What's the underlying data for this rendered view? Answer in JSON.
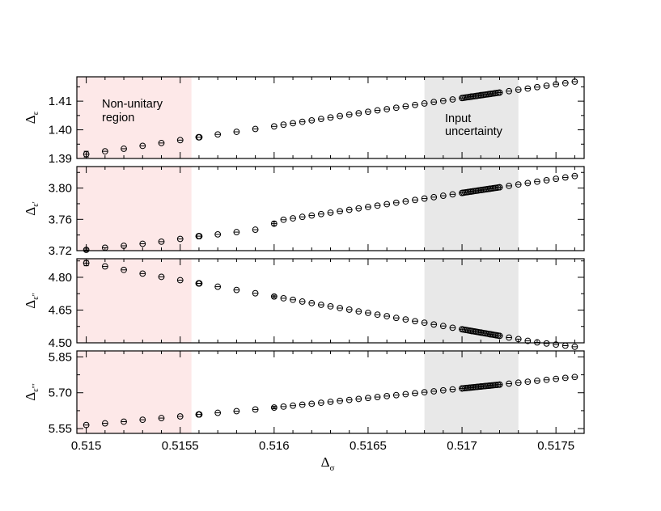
{
  "chart_data": {
    "type": "scatter",
    "xlabel": {
      "symbol": "Δ",
      "subscript": "σ"
    },
    "xlim": [
      0.51495,
      0.51765
    ],
    "xticks": [
      0.515,
      0.5155,
      0.516,
      0.5165,
      0.517,
      0.5175
    ],
    "xtick_labels": [
      "0.515",
      "0.5155",
      "0.516",
      "0.5165",
      "0.517",
      "0.5175"
    ],
    "regions": [
      {
        "label_lines": [
          "Non-unitary",
          "region"
        ],
        "x_range": [
          0.51495,
          0.51556
        ],
        "color": "#fde8e8"
      },
      {
        "label_lines": [
          "Input",
          "uncertainty"
        ],
        "x_range": [
          0.5168,
          0.5173
        ],
        "color": "#e8e8e8"
      }
    ],
    "panels": [
      {
        "ylabel": {
          "symbol": "Δ",
          "subscript": "ε"
        },
        "ylim": [
          1.39,
          1.4185
        ],
        "yticks": [
          1.39,
          1.4,
          1.41
        ],
        "ytick_labels": [
          "1.39",
          "1.40",
          "1.41"
        ],
        "annotations": [
          "region-0",
          "region-1"
        ],
        "points": [
          [
            0.515,
            1.3915,
            0.001
          ],
          [
            0.5151,
            1.3925,
            0
          ],
          [
            0.5152,
            1.3934,
            0
          ],
          [
            0.5153,
            1.3944,
            0
          ],
          [
            0.5154,
            1.3954,
            0
          ],
          [
            0.5155,
            1.3964,
            0
          ],
          [
            0.5156,
            1.3974,
            0
          ],
          [
            0.5157,
            1.3984,
            0
          ],
          [
            0.5158,
            1.3993,
            0
          ],
          [
            0.5159,
            1.4003,
            0
          ],
          [
            0.516,
            1.4012,
            0
          ],
          [
            0.51605,
            1.4018,
            0
          ],
          [
            0.5161,
            1.4023,
            0
          ],
          [
            0.51615,
            1.4028,
            0
          ],
          [
            0.5162,
            1.4033,
            0
          ],
          [
            0.51625,
            1.4038,
            0
          ],
          [
            0.5163,
            1.4043,
            0
          ],
          [
            0.51635,
            1.4048,
            0
          ],
          [
            0.5164,
            1.4053,
            0
          ],
          [
            0.51645,
            1.4058,
            0
          ],
          [
            0.5165,
            1.4063,
            0
          ],
          [
            0.51655,
            1.4068,
            0
          ],
          [
            0.5166,
            1.4072,
            0
          ],
          [
            0.51665,
            1.4077,
            0
          ],
          [
            0.5167,
            1.4082,
            0
          ],
          [
            0.51675,
            1.4087,
            0
          ],
          [
            0.5168,
            1.4092,
            0
          ],
          [
            0.51685,
            1.4097,
            0
          ],
          [
            0.5169,
            1.4101,
            0
          ],
          [
            0.51695,
            1.4106,
            0
          ],
          [
            0.517,
            1.4111,
            0
          ],
          [
            0.51705,
            1.4116,
            0
          ],
          [
            0.5171,
            1.4121,
            0
          ],
          [
            0.51715,
            1.4125,
            0
          ],
          [
            0.5172,
            1.413,
            0
          ],
          [
            0.51725,
            1.4135,
            0
          ],
          [
            0.5173,
            1.414,
            0
          ],
          [
            0.51735,
            1.4144,
            0
          ],
          [
            0.5174,
            1.4149,
            0
          ],
          [
            0.51745,
            1.4154,
            0
          ],
          [
            0.5175,
            1.4159,
            0
          ],
          [
            0.51755,
            1.4163,
            0
          ],
          [
            0.5176,
            1.4168,
            0
          ]
        ]
      },
      {
        "ylabel": {
          "symbol": "Δ",
          "subscript": "ε'"
        },
        "ylim": [
          3.72,
          3.8275
        ],
        "yticks": [
          3.72,
          3.76,
          3.8
        ],
        "ytick_labels": [
          "3.72",
          "3.76",
          "3.80"
        ],
        "annotations": [],
        "points": [
          [
            0.515,
            3.721,
            0.002
          ],
          [
            0.5151,
            3.7237,
            0
          ],
          [
            0.5152,
            3.7262,
            0
          ],
          [
            0.5153,
            3.7288,
            0
          ],
          [
            0.5154,
            3.7315,
            0
          ],
          [
            0.5155,
            3.735,
            0
          ],
          [
            0.5156,
            3.7385,
            0
          ],
          [
            0.5157,
            3.7408,
            0
          ],
          [
            0.5158,
            3.7437,
            0
          ],
          [
            0.5159,
            3.7468,
            0
          ],
          [
            0.516,
            3.7545,
            0.0025
          ],
          [
            0.51605,
            3.7595,
            0
          ],
          [
            0.5161,
            3.7613,
            0
          ],
          [
            0.51615,
            3.7632,
            0
          ],
          [
            0.5162,
            3.765,
            0
          ],
          [
            0.51625,
            3.7668,
            0
          ],
          [
            0.5163,
            3.7686,
            0
          ],
          [
            0.51635,
            3.7704,
            0
          ],
          [
            0.5164,
            3.7722,
            0
          ],
          [
            0.51645,
            3.774,
            0
          ],
          [
            0.5165,
            3.7758,
            0
          ],
          [
            0.51655,
            3.7776,
            0
          ],
          [
            0.5166,
            3.7794,
            0
          ],
          [
            0.51665,
            3.7812,
            0
          ],
          [
            0.5167,
            3.783,
            0
          ],
          [
            0.51675,
            3.7848,
            0
          ],
          [
            0.5168,
            3.7866,
            0
          ],
          [
            0.51685,
            3.7884,
            0
          ],
          [
            0.5169,
            3.7902,
            0
          ],
          [
            0.51695,
            3.792,
            0
          ],
          [
            0.517,
            3.7938,
            0
          ],
          [
            0.51705,
            3.7956,
            0
          ],
          [
            0.5171,
            3.7974,
            0
          ],
          [
            0.51715,
            3.7992,
            0
          ],
          [
            0.5172,
            3.801,
            0
          ],
          [
            0.51725,
            3.8028,
            0
          ],
          [
            0.5173,
            3.8046,
            0
          ],
          [
            0.51735,
            3.8064,
            0
          ],
          [
            0.5174,
            3.8082,
            0
          ],
          [
            0.51745,
            3.81,
            0
          ],
          [
            0.5175,
            3.8118,
            0
          ],
          [
            0.51755,
            3.8136,
            0
          ],
          [
            0.5176,
            3.8154,
            0
          ]
        ]
      },
      {
        "ylabel": {
          "symbol": "Δ",
          "subscript": "ε''"
        },
        "ylim": [
          4.5,
          4.885
        ],
        "yticks": [
          4.5,
          4.65,
          4.8
        ],
        "ytick_labels": [
          "4.50",
          "4.65",
          "4.80"
        ],
        "annotations": [],
        "points": [
          [
            0.515,
            4.865,
            0.012
          ],
          [
            0.5151,
            4.85,
            0
          ],
          [
            0.5152,
            4.834,
            0
          ],
          [
            0.5153,
            4.817,
            0
          ],
          [
            0.5154,
            4.802,
            0
          ],
          [
            0.5155,
            4.787,
            0
          ],
          [
            0.5156,
            4.772,
            0
          ],
          [
            0.5157,
            4.757,
            0
          ],
          [
            0.5158,
            4.742,
            0
          ],
          [
            0.5159,
            4.727,
            0
          ],
          [
            0.516,
            4.712,
            0.006
          ],
          [
            0.51605,
            4.704,
            0
          ],
          [
            0.5161,
            4.697,
            0
          ],
          [
            0.51615,
            4.689,
            0
          ],
          [
            0.5162,
            4.682,
            0
          ],
          [
            0.51625,
            4.674,
            0
          ],
          [
            0.5163,
            4.667,
            0
          ],
          [
            0.51635,
            4.659,
            0
          ],
          [
            0.5164,
            4.652,
            0
          ],
          [
            0.51645,
            4.644,
            0
          ],
          [
            0.5165,
            4.637,
            0
          ],
          [
            0.51655,
            4.629,
            0
          ],
          [
            0.5166,
            4.622,
            0
          ],
          [
            0.51665,
            4.614,
            0
          ],
          [
            0.5167,
            4.607,
            0
          ],
          [
            0.51675,
            4.599,
            0
          ],
          [
            0.5168,
            4.592,
            0
          ],
          [
            0.51685,
            4.584,
            0
          ],
          [
            0.5169,
            4.577,
            0
          ],
          [
            0.51695,
            4.569,
            0
          ],
          [
            0.517,
            4.562,
            0
          ],
          [
            0.51705,
            4.554,
            0
          ],
          [
            0.5171,
            4.547,
            0
          ],
          [
            0.51715,
            4.539,
            0
          ],
          [
            0.5172,
            4.532,
            0
          ],
          [
            0.51725,
            4.524,
            0
          ],
          [
            0.5173,
            4.517,
            0
          ],
          [
            0.51735,
            4.509,
            0
          ],
          [
            0.5174,
            4.502,
            0
          ],
          [
            0.51745,
            4.497,
            0
          ],
          [
            0.5175,
            4.492,
            0
          ],
          [
            0.51755,
            4.487,
            0
          ],
          [
            0.5176,
            4.482,
            0
          ]
        ]
      },
      {
        "ylabel": {
          "symbol": "Δ",
          "subscript": "ε'''"
        },
        "ylim": [
          5.53,
          5.875
        ],
        "yticks": [
          5.55,
          5.7,
          5.85
        ],
        "ytick_labels": [
          "5.55",
          "5.70",
          "5.85"
        ],
        "annotations": [],
        "points": [
          [
            0.515,
            5.565,
            0
          ],
          [
            0.5151,
            5.572,
            0
          ],
          [
            0.5152,
            5.579,
            0
          ],
          [
            0.5153,
            5.587,
            0
          ],
          [
            0.5154,
            5.594,
            0
          ],
          [
            0.5155,
            5.601,
            0
          ],
          [
            0.5156,
            5.609,
            0
          ],
          [
            0.5157,
            5.616,
            0
          ],
          [
            0.5158,
            5.623,
            0
          ],
          [
            0.5159,
            5.63,
            0
          ],
          [
            0.516,
            5.638,
            0.005
          ],
          [
            0.51605,
            5.642,
            0
          ],
          [
            0.5161,
            5.646,
            0
          ],
          [
            0.51615,
            5.65,
            0
          ],
          [
            0.5162,
            5.654,
            0
          ],
          [
            0.51625,
            5.658,
            0
          ],
          [
            0.5163,
            5.662,
            0
          ],
          [
            0.51635,
            5.666,
            0
          ],
          [
            0.5164,
            5.67,
            0
          ],
          [
            0.51645,
            5.674,
            0
          ],
          [
            0.5165,
            5.678,
            0
          ],
          [
            0.51655,
            5.682,
            0
          ],
          [
            0.5166,
            5.686,
            0
          ],
          [
            0.51665,
            5.69,
            0
          ],
          [
            0.5167,
            5.694,
            0
          ],
          [
            0.51675,
            5.698,
            0
          ],
          [
            0.5168,
            5.702,
            0
          ],
          [
            0.51685,
            5.706,
            0
          ],
          [
            0.5169,
            5.71,
            0
          ],
          [
            0.51695,
            5.714,
            0
          ],
          [
            0.517,
            5.718,
            0
          ],
          [
            0.51705,
            5.722,
            0
          ],
          [
            0.5171,
            5.726,
            0
          ],
          [
            0.51715,
            5.73,
            0
          ],
          [
            0.5172,
            5.734,
            0
          ],
          [
            0.51725,
            5.738,
            0
          ],
          [
            0.5173,
            5.742,
            0
          ],
          [
            0.51735,
            5.746,
            0
          ],
          [
            0.5174,
            5.75,
            0
          ],
          [
            0.51745,
            5.754,
            0
          ],
          [
            0.5175,
            5.758,
            0
          ],
          [
            0.51755,
            5.762,
            0
          ],
          [
            0.5176,
            5.766,
            0
          ]
        ]
      }
    ],
    "dense_segments": [
      {
        "panel": 0,
        "x_range": [
          0.5156,
          0.5156
        ],
        "y_range": [
          1.3974,
          1.3974
        ],
        "n": 5
      },
      {
        "panel": 0,
        "x_range": [
          0.517,
          0.5172
        ],
        "y_range": [
          1.4111,
          1.413
        ],
        "n": 25
      },
      {
        "panel": 1,
        "x_range": [
          0.5156,
          0.5156
        ],
        "y_range": [
          3.7385,
          3.7385
        ],
        "n": 5
      },
      {
        "panel": 1,
        "x_range": [
          0.517,
          0.5172
        ],
        "y_range": [
          3.7938,
          3.801
        ],
        "n": 25
      },
      {
        "panel": 2,
        "x_range": [
          0.5156,
          0.5156
        ],
        "y_range": [
          4.772,
          4.772
        ],
        "n": 5
      },
      {
        "panel": 2,
        "x_range": [
          0.517,
          0.5172
        ],
        "y_range": [
          4.562,
          4.532
        ],
        "n": 25
      },
      {
        "panel": 3,
        "x_range": [
          0.5156,
          0.5156
        ],
        "y_range": [
          5.609,
          5.609
        ],
        "n": 5
      },
      {
        "panel": 3,
        "x_range": [
          0.517,
          0.5172
        ],
        "y_range": [
          5.718,
          5.734
        ],
        "n": 25
      }
    ]
  }
}
